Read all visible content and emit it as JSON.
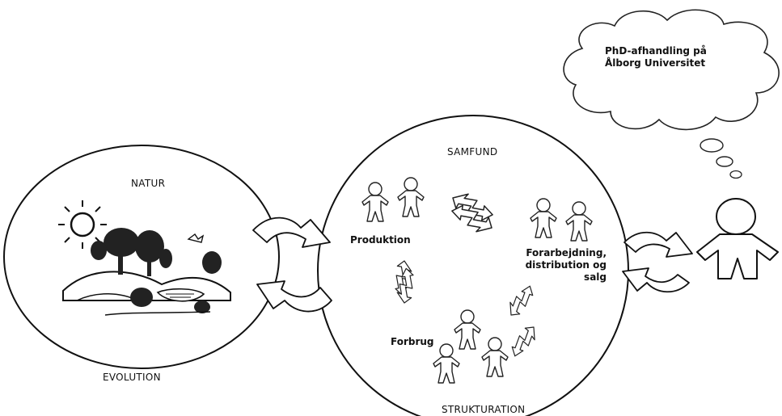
{
  "labels": {
    "natur": "NATUR",
    "evolution": "EVOLUTION",
    "samfund": "SAMFUND",
    "strukturation": "STRUKTURATION",
    "produktion": "Produktion",
    "forbrug": "Forbrug",
    "forarbejdning": "Forarbejdning, distribution og salg"
  },
  "thought_bubble": {
    "text": "PhD-afhandling på Ålborg Universitet"
  },
  "icons": {
    "nature_scene": "landscape-sun-tree-icon",
    "person": "stick-person-icon",
    "exchange": "double-arrow-exchange-icon",
    "cycle": "cycle-arrows-icon",
    "observer": "observer-person-icon"
  }
}
